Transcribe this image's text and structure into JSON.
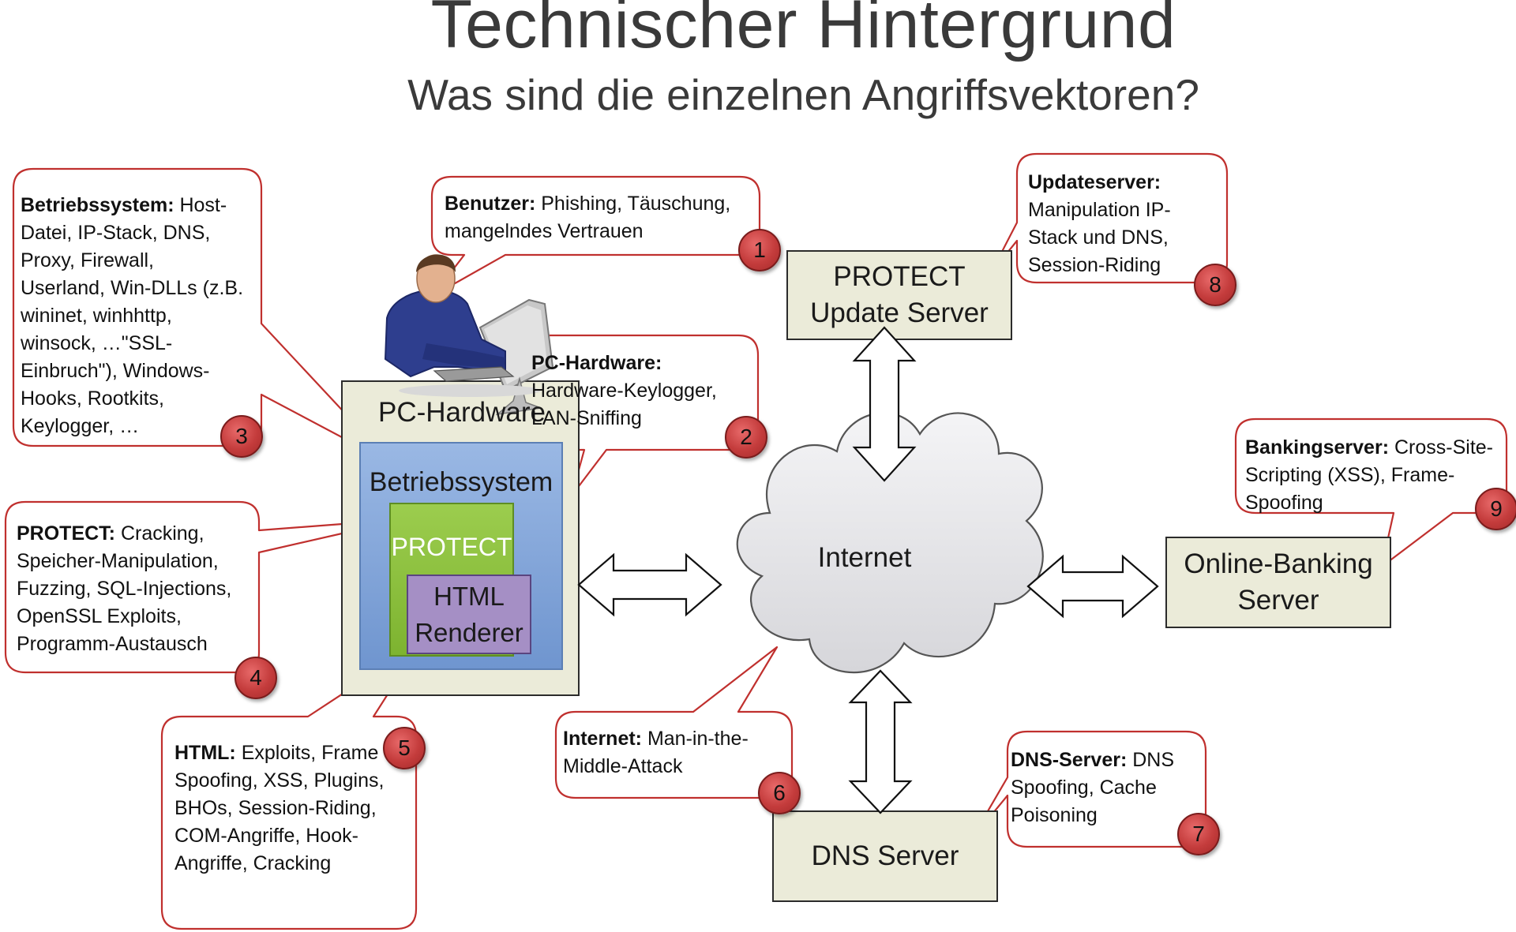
{
  "title": "Technischer Hintergrund",
  "subtitle": "Was sind die einzelnen Angriffsvektoren?",
  "boxes": {
    "pc_hardware": "PC-Hardware",
    "betriebssystem": "Betriebssystem",
    "protect": "PROTECT",
    "html_renderer_line1": "HTML",
    "html_renderer_line2": "Renderer",
    "update_server_line1": "PROTECT",
    "update_server_line2": "Update Server",
    "internet": "Internet",
    "banking_server_line1": "Online-Banking",
    "banking_server_line2": "Server",
    "dns_server": "DNS Server"
  },
  "callouts": [
    {
      "number": "1",
      "title": "Benutzer:",
      "lines": [
        " Phishing, Täuschung,",
        "mangelndes Vertrauen"
      ]
    },
    {
      "number": "2",
      "title": "PC-Hardware:",
      "lines": [
        "",
        "Hardware-Keylogger,",
        "LAN-Sniffing"
      ]
    },
    {
      "number": "3",
      "title": "Betriebssystem:",
      "lines": [
        " Host-",
        "Datei, IP-Stack, DNS,",
        "Proxy, Firewall,",
        "Userland, Win-DLLs (z.B.",
        "wininet, winhhttp,",
        "winsock, …\"SSL-",
        "Einbruch\"), Windows-",
        "Hooks, Rootkits,",
        "Keylogger, …"
      ]
    },
    {
      "number": "4",
      "title": "PROTECT:",
      "lines": [
        " Cracking,",
        "Speicher-Manipulation,",
        "Fuzzing, SQL-Injections,",
        "OpenSSL Exploits,",
        "Programm-Austausch"
      ]
    },
    {
      "number": "5",
      "title": "HTML:",
      "lines": [
        " Exploits, Frame",
        "Spoofing, XSS, Plugins,",
        "BHOs, Session-Riding,",
        "COM-Angriffe, Hook-",
        "Angriffe, Cracking"
      ]
    },
    {
      "number": "6",
      "title": "Internet:",
      "lines": [
        " Man-in-the-",
        "Middle-Attack"
      ]
    },
    {
      "number": "7",
      "title": "DNS-Server:",
      "lines": [
        " DNS",
        "Spoofing, Cache",
        "Poisoning"
      ]
    },
    {
      "number": "8",
      "title": "Updateserver:",
      "lines": [
        "",
        "Manipulation IP-",
        "Stack und DNS,",
        "Session-Riding"
      ]
    },
    {
      "number": "9",
      "title": "Bankingserver:",
      "lines": [
        " Cross-Site-",
        "Scripting (XSS), Frame-",
        "Spoofing"
      ]
    }
  ],
  "colors": {
    "box_fill": "#ebebd9",
    "os_fill": "#7fa3d6",
    "protect_fill": "#8cc23c",
    "renderer_fill": "#a58fc5",
    "callout_border": "#c0302e",
    "badge_fill": "#c43c3c",
    "cloud_fill": "#e3e3e6"
  },
  "icons": {
    "user": "user-at-computer-icon"
  }
}
